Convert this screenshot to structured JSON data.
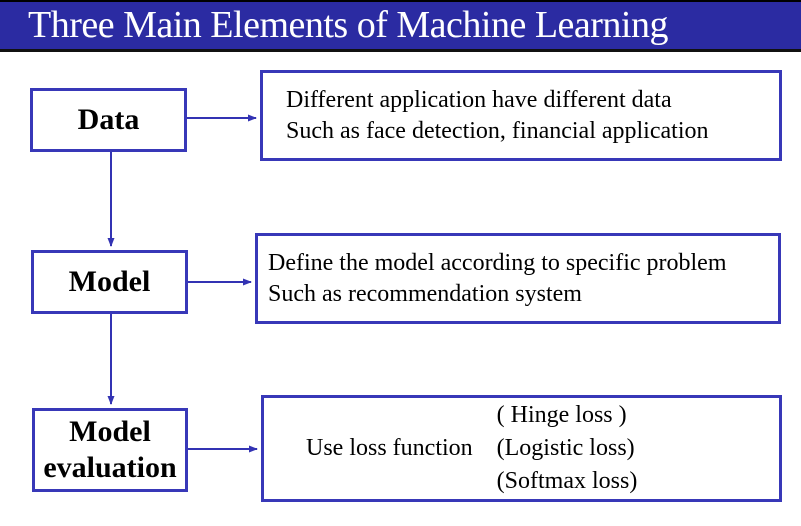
{
  "title": "Three Main Elements of Machine Learning",
  "colors": {
    "header_bg": "#2B2BA2",
    "header_text": "#FFFFFF",
    "box_border": "#3838B8",
    "arrow": "#3333B3",
    "body_text": "#000000"
  },
  "nodes": [
    {
      "label": "Data"
    },
    {
      "label": "Model"
    },
    {
      "label": "Model evaluation"
    }
  ],
  "detail_boxes": [
    {
      "lines": [
        "Different application have different data",
        "Such as face detection, financial application"
      ]
    },
    {
      "lines": [
        "Define the model according to specific problem",
        "Such as recommendation system"
      ]
    },
    {
      "prefix": "Use loss function",
      "losses": [
        "( Hinge loss )",
        "(Logistic loss)",
        "(Softmax loss)"
      ]
    }
  ]
}
